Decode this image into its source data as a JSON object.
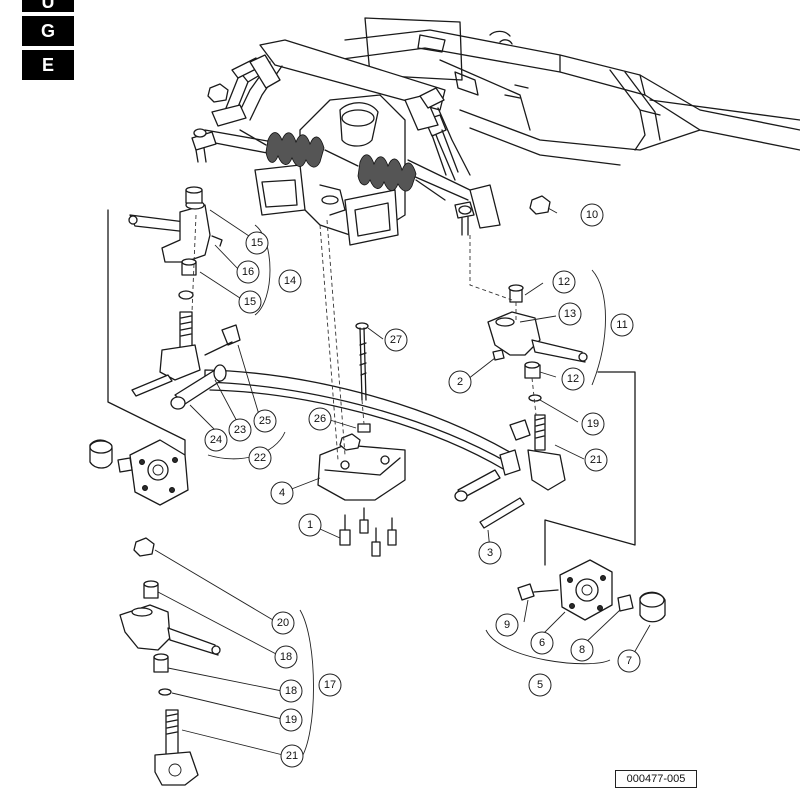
{
  "tabs": [
    {
      "label": "U",
      "truncated": true
    },
    {
      "label": "G"
    },
    {
      "label": "E"
    }
  ],
  "callouts": [
    "1",
    "2",
    "3",
    "4",
    "5",
    "6",
    "7",
    "8",
    "9",
    "10",
    "11",
    "12",
    "12",
    "13",
    "14",
    "15",
    "15",
    "16",
    "17",
    "18",
    "18",
    "19",
    "19",
    "20",
    "21",
    "21",
    "22",
    "23",
    "24",
    "25",
    "26",
    "27"
  ],
  "figure_ref": "000477-005"
}
